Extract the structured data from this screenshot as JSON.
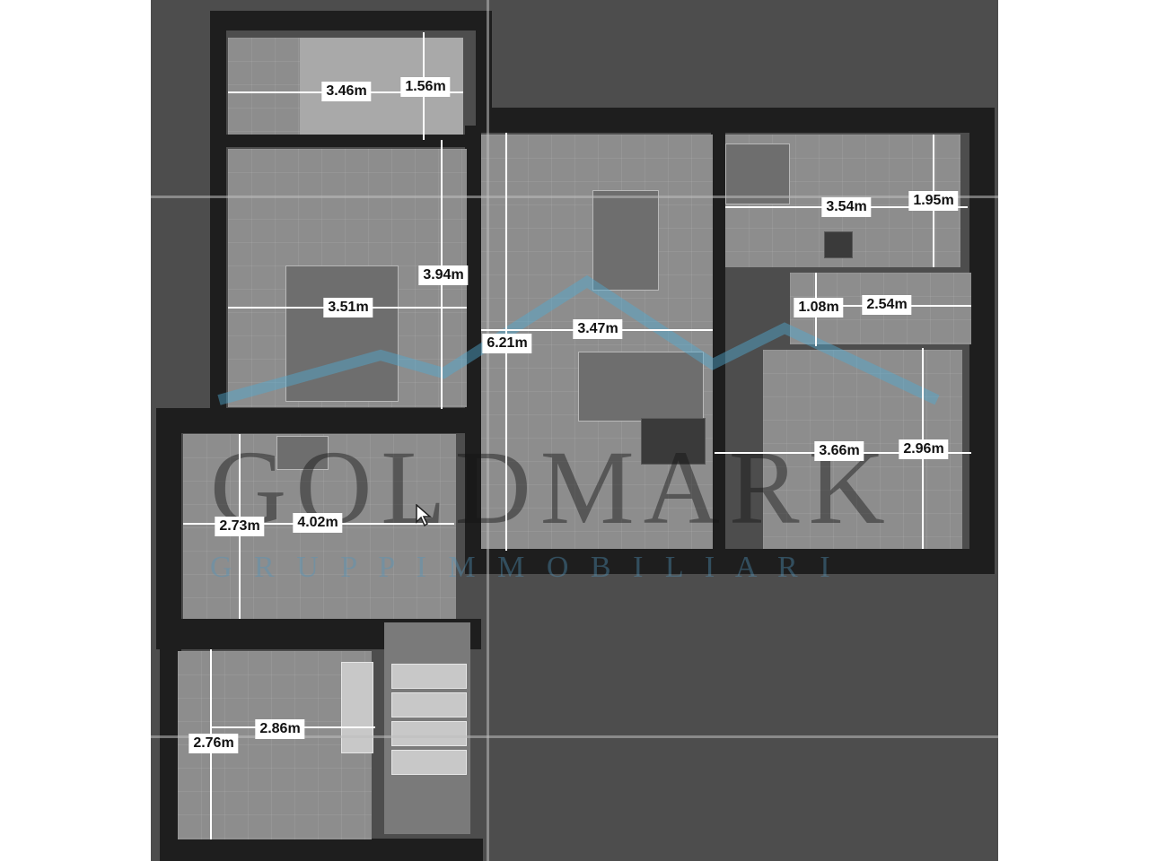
{
  "watermark": {
    "brand": "GOLDMARK",
    "subtitle": "G R U P P I M M O B I L I A R I"
  },
  "dimensions": [
    {
      "id": "bath-width",
      "text": "3.46m"
    },
    {
      "id": "bath-depth",
      "text": "1.56m"
    },
    {
      "id": "bedroom-depth",
      "text": "3.94m"
    },
    {
      "id": "bedroom-width",
      "text": "3.51m"
    },
    {
      "id": "living-depth",
      "text": "6.21m"
    },
    {
      "id": "living-width",
      "text": "3.47m"
    },
    {
      "id": "room-ne-width",
      "text": "3.54m"
    },
    {
      "id": "room-ne-depth",
      "text": "1.95m"
    },
    {
      "id": "corridor-depth",
      "text": "1.08m"
    },
    {
      "id": "corridor-width",
      "text": "2.54m"
    },
    {
      "id": "room-e-width",
      "text": "3.66m"
    },
    {
      "id": "room-e-depth",
      "text": "2.96m"
    },
    {
      "id": "room-w-depth",
      "text": "2.73m"
    },
    {
      "id": "room-w-width",
      "text": "4.02m"
    },
    {
      "id": "room-sw-width",
      "text": "2.86m"
    },
    {
      "id": "room-sw-depth",
      "text": "2.76m"
    }
  ],
  "icons": {
    "cursor": "mouse-pointer-icon",
    "watermark_logo": "roof-logo-icon"
  }
}
